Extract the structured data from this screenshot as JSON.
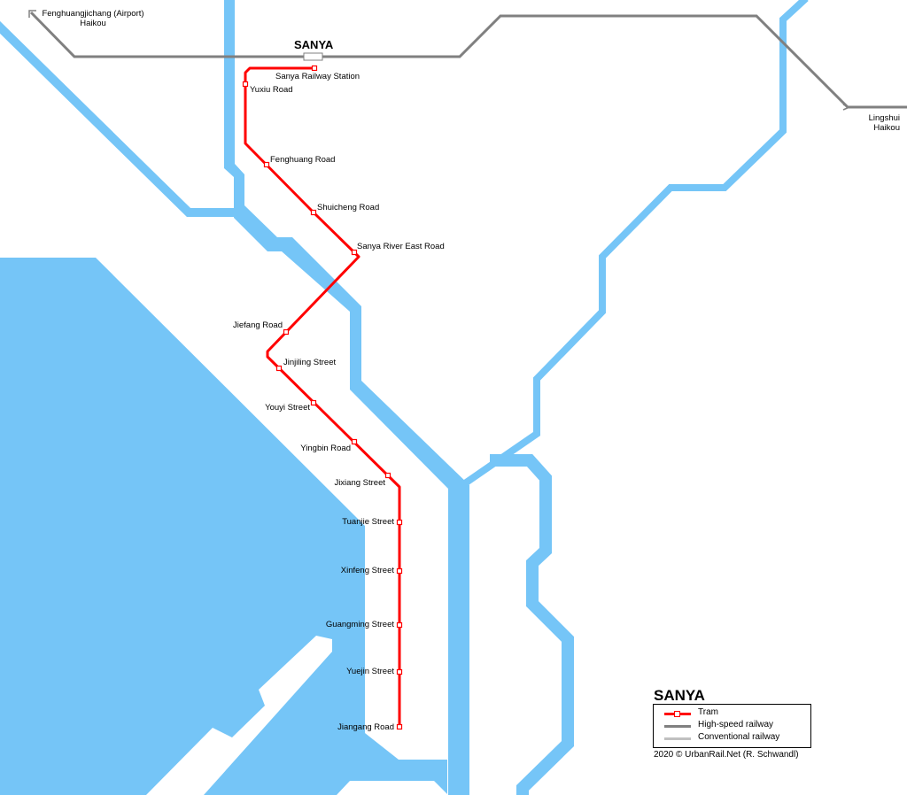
{
  "city": "SANYA",
  "colors": {
    "water": "#75c5f7",
    "tram": "#ff0000",
    "high_speed": "#808080",
    "conventional": "#c0c0c0"
  },
  "destinations": {
    "west": {
      "line1": "Fenghuangjichang (Airport)",
      "line2": "Haikou"
    },
    "east": {
      "line1": "Lingshui",
      "line2": "Haikou"
    }
  },
  "stations": [
    "Sanya Railway Station",
    "Yuxiu Road",
    "Fenghuang Road",
    "Shuicheng Road",
    "Sanya River East Road",
    "Jiefang Road",
    "Jinjiling Street",
    "Youyi Street",
    "Yingbin Road",
    "Jixiang Street",
    "Tuanjie Street",
    "Xinfeng Street",
    "Guangming Street",
    "Yuejin Street",
    "Jiangang Road"
  ],
  "legend": {
    "title": "SANYA",
    "items": [
      {
        "label": "Tram"
      },
      {
        "label": "High-speed railway"
      },
      {
        "label": "Conventional railway"
      }
    ]
  },
  "credit": "2020 © UrbanRail.Net (R. Schwandl)"
}
